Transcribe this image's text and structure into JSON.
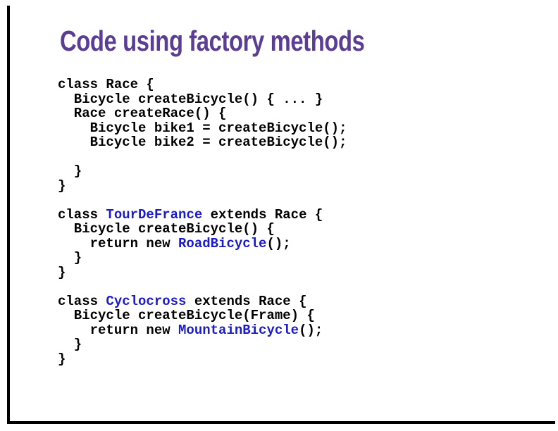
{
  "slide": {
    "title": "Code using factory methods"
  },
  "colors": {
    "background": "#ffffff",
    "title": "#5b3d94",
    "code_text": "#000000",
    "keyword_blue": "#1b1bc8",
    "border": "#000000"
  },
  "code": {
    "lines": [
      [
        {
          "text": "class Race {",
          "kw": false
        }
      ],
      [
        {
          "text": "  Bicycle createBicycle() { ... }",
          "kw": false
        }
      ],
      [
        {
          "text": "  Race createRace() {",
          "kw": false
        }
      ],
      [
        {
          "text": "    Bicycle bike1 = createBicycle();",
          "kw": false
        }
      ],
      [
        {
          "text": "    Bicycle bike2 = createBicycle();",
          "kw": false
        }
      ],
      [
        {
          "text": "",
          "kw": false
        }
      ],
      [
        {
          "text": "  }",
          "kw": false
        }
      ],
      [
        {
          "text": "}",
          "kw": false
        }
      ],
      [
        {
          "text": "",
          "kw": false
        }
      ],
      [
        {
          "text": "class ",
          "kw": false
        },
        {
          "text": "TourDeFrance",
          "kw": true
        },
        {
          "text": " extends Race {",
          "kw": false
        }
      ],
      [
        {
          "text": "  Bicycle createBicycle() {",
          "kw": false
        }
      ],
      [
        {
          "text": "    return new ",
          "kw": false
        },
        {
          "text": "RoadBicycle",
          "kw": true
        },
        {
          "text": "();",
          "kw": false
        }
      ],
      [
        {
          "text": "  }",
          "kw": false
        }
      ],
      [
        {
          "text": "}",
          "kw": false
        }
      ],
      [
        {
          "text": "",
          "kw": false
        }
      ],
      [
        {
          "text": "class ",
          "kw": false
        },
        {
          "text": "Cyclocross",
          "kw": true
        },
        {
          "text": " extends Race {",
          "kw": false
        }
      ],
      [
        {
          "text": "  Bicycle createBicycle(Frame) {",
          "kw": false
        }
      ],
      [
        {
          "text": "    return new ",
          "kw": false
        },
        {
          "text": "MountainBicycle",
          "kw": true
        },
        {
          "text": "();",
          "kw": false
        }
      ],
      [
        {
          "text": "  }",
          "kw": false
        }
      ],
      [
        {
          "text": "}",
          "kw": false
        }
      ]
    ]
  }
}
